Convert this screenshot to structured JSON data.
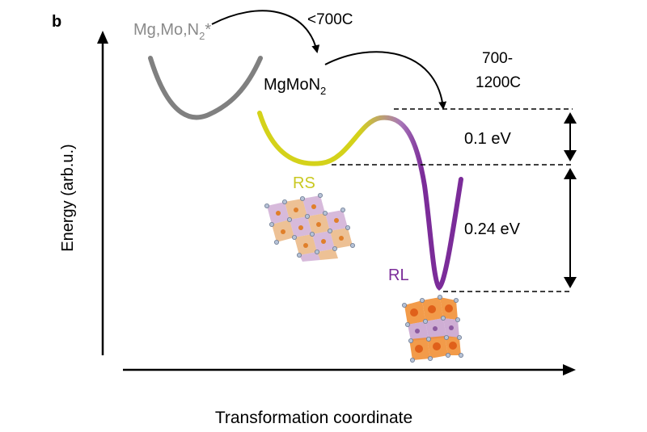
{
  "panel_label": "b",
  "axes": {
    "y_label": "Energy (arb.u.)",
    "x_label": "Transformation coordinate"
  },
  "states": {
    "precursor": {
      "text": "Mg,Mo,N",
      "subscript": "2",
      "suffix": "*",
      "color": "#7f7f7f"
    },
    "product": {
      "text": "MgMoN",
      "subscript": "2"
    },
    "rs": {
      "label": "RS",
      "color": "#d4d21a"
    },
    "rl": {
      "label": "RL",
      "color": "#7b2c99"
    }
  },
  "transitions": [
    {
      "label": "<700C"
    },
    {
      "label_line1": "700-",
      "label_line2": "1200C"
    }
  ],
  "energy_gaps": [
    {
      "label": "0.1 eV"
    },
    {
      "label": "0.24 eV"
    }
  ],
  "colors": {
    "axis": "#000000",
    "octahedra_purple": "#c39ac9",
    "octahedra_orange": "#f08a2a"
  }
}
